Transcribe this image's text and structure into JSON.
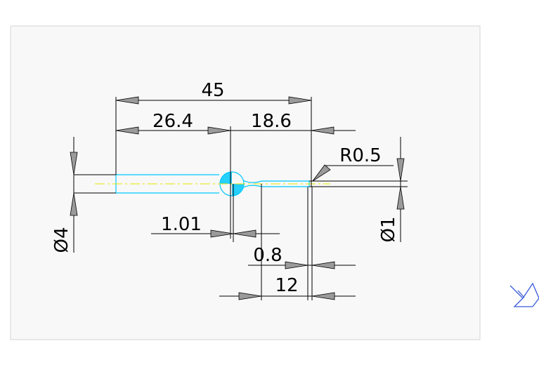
{
  "drawing": {
    "dimensions": {
      "overall_length": "45",
      "left_length": "26.4",
      "right_length": "18.6",
      "radius_top": "R0.5",
      "dia_large": "Ø4",
      "dia_small": "Ø1",
      "ball_offset": "1.01",
      "neck_length": "0.8",
      "tip_length": "12"
    },
    "colors": {
      "frame_border": "#d6d6d6",
      "sheet_background": "#f8f8f8",
      "outside_background": "#ffffff",
      "dimension_lines": "#000000",
      "part_outline": "#00c8ff",
      "centerline": "#e6e600",
      "ball_fill": "#00c8ff",
      "arrow_fill": "#9a9a9a",
      "corner_icon": "#3a5bd9"
    }
  }
}
